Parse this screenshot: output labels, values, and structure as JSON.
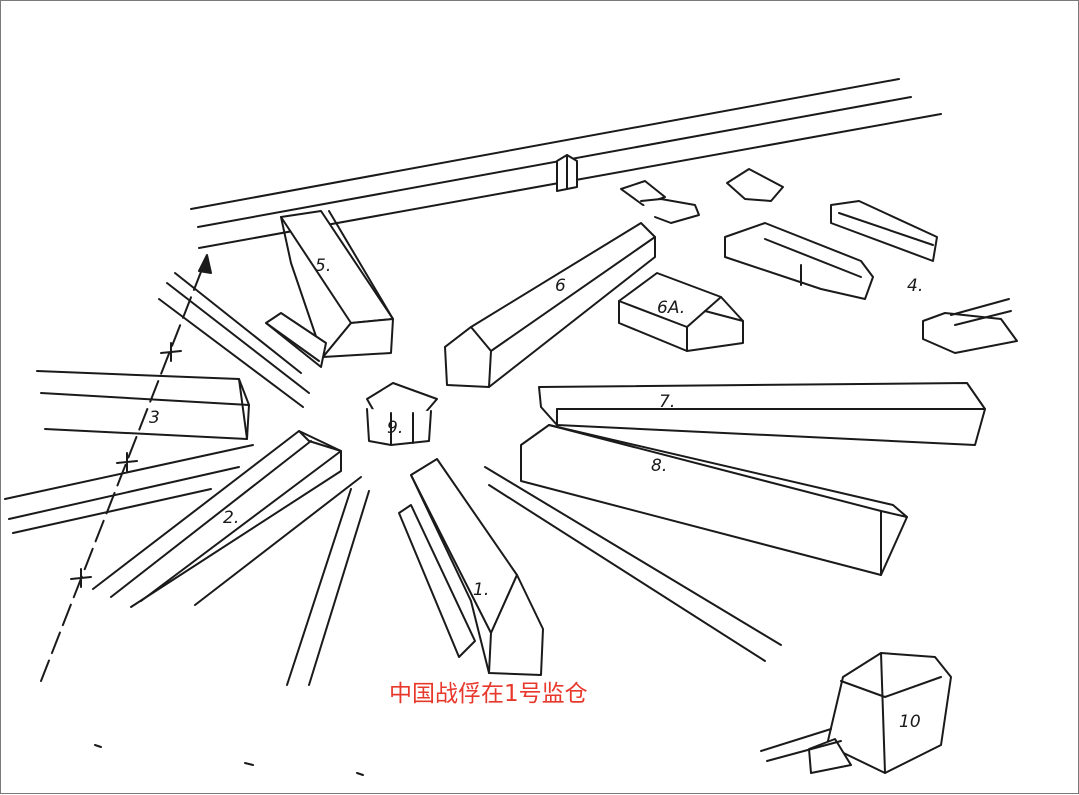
{
  "diagram": {
    "buildings": [
      {
        "name": "building-1",
        "label": "1."
      },
      {
        "name": "building-2",
        "label": "2."
      },
      {
        "name": "building-3",
        "label": "3"
      },
      {
        "name": "building-4",
        "label": "4."
      },
      {
        "name": "building-5",
        "label": "5."
      },
      {
        "name": "building-6",
        "label": "6"
      },
      {
        "name": "building-6a",
        "label": "6A."
      },
      {
        "name": "building-7",
        "label": "7."
      },
      {
        "name": "building-8",
        "label": "8."
      },
      {
        "name": "building-9",
        "label": "9."
      },
      {
        "name": "building-10",
        "label": "10"
      }
    ],
    "caption": "中国战俘在1号监仓",
    "colors": {
      "ink": "#1a1a1a",
      "caption": "#e8382c",
      "frame": "#7a7a7a"
    }
  }
}
